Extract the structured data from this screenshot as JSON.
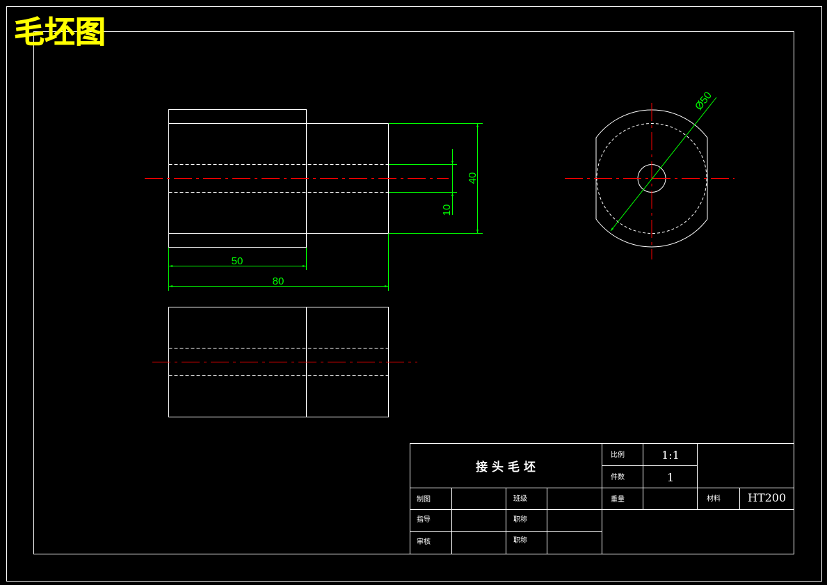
{
  "drawing_title": "毛坯图",
  "colors": {
    "background": "#000000",
    "line": "#ffffff",
    "title": "#ffff00",
    "dimension": "#00ff00",
    "centerline": "#ff0000"
  },
  "dimensions": {
    "length_short": "50",
    "length_total": "80",
    "bore": "10",
    "height": "40",
    "diameter": "Ø50"
  },
  "title_block": {
    "part_name": "接 头 毛 坯",
    "scale_label": "比例",
    "scale_value": "1:1",
    "count_label": "件数",
    "count_value": "1",
    "drawn_label": "制图",
    "class_label": "班级",
    "weight_label": "重量",
    "material_label": "材料",
    "material_value": "HT200",
    "guide_label": "指导",
    "job_label_1": "职称",
    "review_label": "审核",
    "job_label_2": "职称"
  }
}
